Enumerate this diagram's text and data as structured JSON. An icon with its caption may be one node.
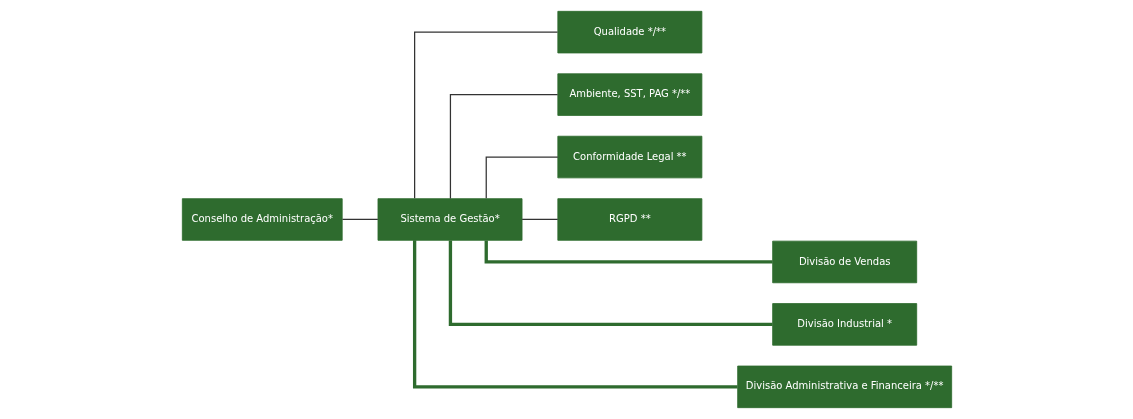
{
  "diagram": {
    "nodes": [
      {
        "text": [
          "Conselho de Administração*"
        ]
      },
      {
        "text": [
          "Sistema de Gestão*"
        ]
      },
      {
        "text": [
          "Qualidade */**"
        ]
      },
      {
        "text": [
          "Ambiente, SST, PAG */**"
        ]
      },
      {
        "text": [
          "Conformidade Legal **"
        ]
      },
      {
        "text": [
          "RGPD **"
        ]
      },
      {
        "text": [
          "Divisão de Vendas"
        ]
      },
      {
        "text": [
          "Divisão Industrial *"
        ]
      },
      {
        "text": [
          "Divisão Administrativa e Financeira */**"
        ]
      }
    ],
    "edges": [
      {
        "from": 0,
        "to": 1,
        "arrow": "none"
      },
      {
        "from": 1,
        "to": 2,
        "arrow": "none"
      },
      {
        "from": 1,
        "to": 3,
        "arrow": "none"
      },
      {
        "from": 1,
        "to": 4,
        "arrow": "none"
      },
      {
        "from": 1,
        "to": 5,
        "arrow": "none"
      },
      {
        "from": 1,
        "to": 6,
        "arrow": "none",
        "style": "thick",
        "color": "#2e6b2e"
      },
      {
        "from": 1,
        "to": 7,
        "arrow": "none",
        "style": "thick",
        "color": "#2e6b2e"
      },
      {
        "from": 1,
        "to": 8,
        "arrow": "none",
        "style": "thick",
        "color": "#2e6b2e"
      }
    ]
  }
}
